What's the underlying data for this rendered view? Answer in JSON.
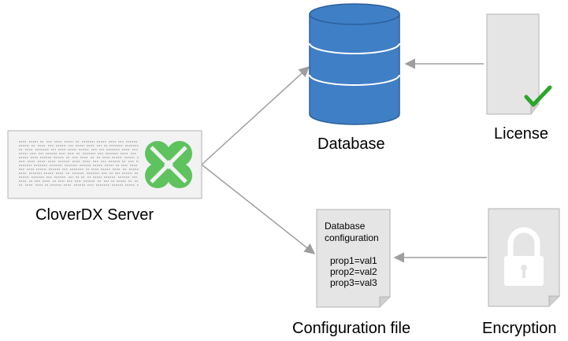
{
  "colors": {
    "server_box_fill": "#f2f2f2",
    "server_box_stroke": "#b3b3b3",
    "server_text_lines": "#a6a6a6",
    "clover_green": "#5ec25e",
    "database_fill": "#3f7fc6",
    "database_stroke": "#2b5f99",
    "document_fill": "#e5e5e5",
    "document_stroke": "#b3b3b3",
    "arrow": "#9e9e9e",
    "checkmark": "#2aa52a",
    "lock": "#ffffff"
  },
  "icons": {
    "server": "server-icon",
    "clover_logo": "clover-logo-icon",
    "database": "database-icon",
    "license_document": "license-document-icon",
    "checkmark": "checkmark-icon",
    "configuration_document": "configuration-document-icon",
    "encryption_document": "encryption-document-icon",
    "lock": "lock-icon"
  },
  "labels": {
    "server": "CloverDX Server",
    "database": "Database",
    "license": "License",
    "configuration_file": "Configuration file",
    "encryption": "Encryption"
  },
  "config_document": {
    "heading_line1": "Database",
    "heading_line2": "configuration",
    "properties": [
      "prop1=val1",
      "prop2=val2",
      "prop3=val3"
    ]
  }
}
